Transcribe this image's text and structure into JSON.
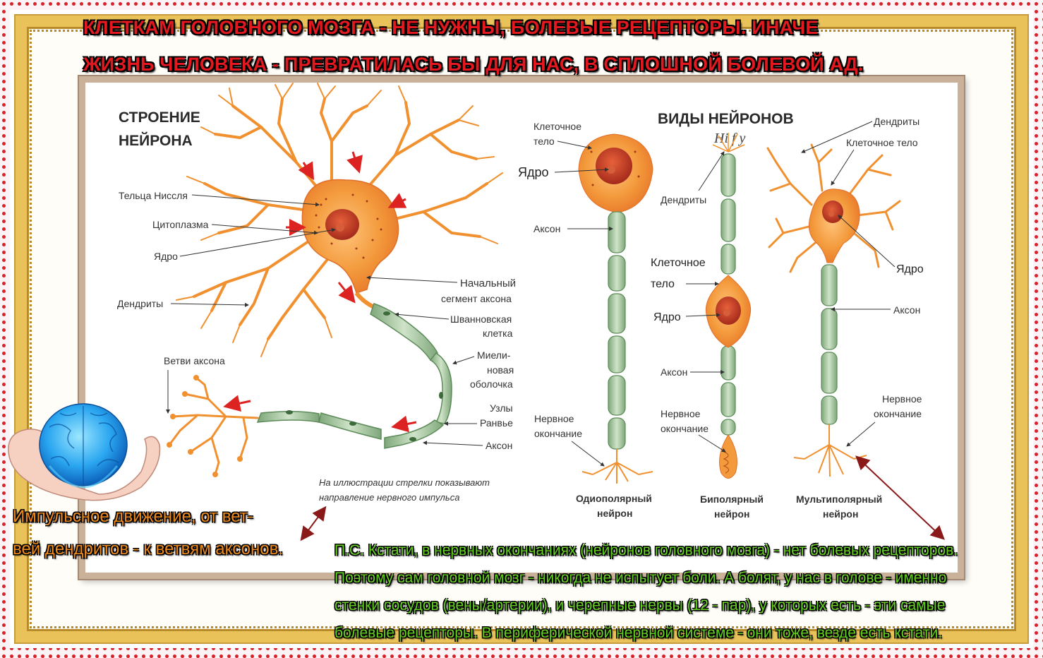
{
  "headline": {
    "line1": "КЛЕТКАМ ГОЛОВНОГО МОЗГА - НЕ НУЖНЫ, БОЛЕВЫЕ РЕЦЕПТОРЫ. ИНАЧЕ",
    "line2": "ЖИЗНЬ ЧЕЛОВЕКА - ПРЕВРАТИЛАСЬ БЫ ДЛЯ НАС, В СПЛОШНОЙ БОЛЕВОЙ АД."
  },
  "structure": {
    "title_line1": "СТРОЕНИЕ",
    "title_line2": "НЕЙРОНА",
    "labels": {
      "nissl": "Тельца Ниссля",
      "cytoplasm": "Цитоплазма",
      "nucleus": "Ядро",
      "dendrites": "Дендриты",
      "initial_segment_1": "Начальный",
      "initial_segment_2": "сегмент аксона",
      "schwann_1": "Шванновская",
      "schwann_2": "клетка",
      "myelin_1": "Миели-",
      "myelin_2": "новая",
      "myelin_3": "оболочка",
      "ranvier_1": "Узлы",
      "ranvier_2": "Ранвье",
      "axon": "Аксон",
      "axon_branches": "Ветви аксона"
    },
    "caption_line1": "На иллюстрации стрелки показывают",
    "caption_line2": "направление   нервного   импульса"
  },
  "types": {
    "title": "ВИДЫ  НЕЙРОНОВ",
    "handwriting": "Hi  f y",
    "unipolar": {
      "cell_body_1": "Клеточное",
      "cell_body_2": "тело",
      "nucleus": "Ядро",
      "axon": "Аксон",
      "ending_1": "Нервное",
      "ending_2": "окончание",
      "name_1": "Одиополярный",
      "name_2": "нейрон"
    },
    "bipolar": {
      "dendrites": "Дендриты",
      "cell_body_1": "Клеточное",
      "cell_body_2": "тело",
      "nucleus": "Ядро",
      "axon": "Аксон",
      "ending_1": "Нервное",
      "ending_2": "окончание",
      "name_1": "Биполярный",
      "name_2": "нейрон"
    },
    "multipolar": {
      "dendrites": "Дендриты",
      "cell_body": "Клеточное тело",
      "nucleus": "Ядро",
      "axon": "Аксон",
      "ending_1": "Нервное",
      "ending_2": "окончание",
      "name_1": "Мультиполярный",
      "name_2": "нейрон"
    }
  },
  "impulse_note": {
    "line1": "Импульсное движение, от вет-",
    "line2": "вей дендритов - к ветвям аксонов."
  },
  "ps_note": {
    "line1": "П.С. Кстати, в нервных окончаниях (нейронов головного мозга) - нет болевых рецепторов.",
    "line2": "Поэтому сам головной мозг - никогда не испытует боли. А болят, у нас в голове - именно",
    "line3": "стенки сосудов (вены/артерии), и черепные нервы (12 - пар), у которых есть - эти самые",
    "line4": "болевые рецепторы. В периферической нервной системе - они тоже, везде есть кстати."
  },
  "colors": {
    "headline": "#e3191f",
    "green_note": "#63d11d",
    "orange_note": "#f08a1a",
    "neuron_body": "#f39a3c",
    "myelin": "#a9c9a4",
    "frame_gold": "#e9c25a"
  },
  "icons": [
    "brain-in-hands-icon",
    "hearts-border-icon"
  ]
}
